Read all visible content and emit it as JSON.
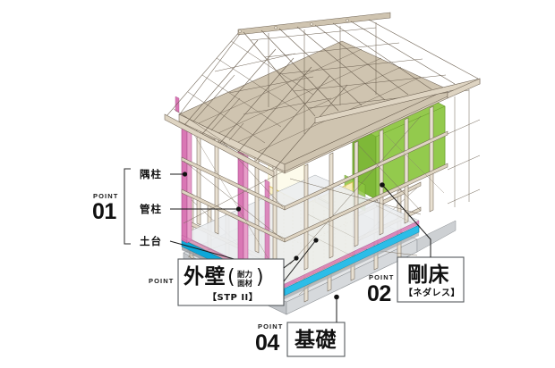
{
  "diagram": {
    "title_alt": "木造軸組構造 ポイント図",
    "background": "#ffffff"
  },
  "points": {
    "p01": {
      "point_word": "POINT",
      "number": "01",
      "labels": [
        {
          "text": "隅柱"
        },
        {
          "text": "管柱"
        },
        {
          "text": "土台"
        }
      ]
    },
    "p_wall": {
      "point_word": "POINT",
      "number": "",
      "main": "外壁",
      "paren_open": "(",
      "paren_close": ")",
      "sub_line1": "耐力",
      "sub_line2": "面材",
      "bracket_text": "【STP II】"
    },
    "p02": {
      "point_word": "POINT",
      "number": "02",
      "main": "剛床",
      "bracket_text": "【ネダレス】"
    },
    "p04": {
      "point_word": "POINT",
      "number": "04",
      "main": "基礎"
    }
  },
  "colors": {
    "post_magenta": "#d977b4",
    "sill_cyan": "#0ea7d8",
    "floor_green": "#8cc540",
    "wall_yellow": "#faf3c8",
    "wall_yellow_edge": "#d8c15a",
    "timber_fill": "#e9e1d2",
    "timber_stroke": "#6f6354",
    "foundation_gray": "#b9bcc0",
    "callout_stroke": "#555a5e",
    "text_black": "#111111"
  }
}
